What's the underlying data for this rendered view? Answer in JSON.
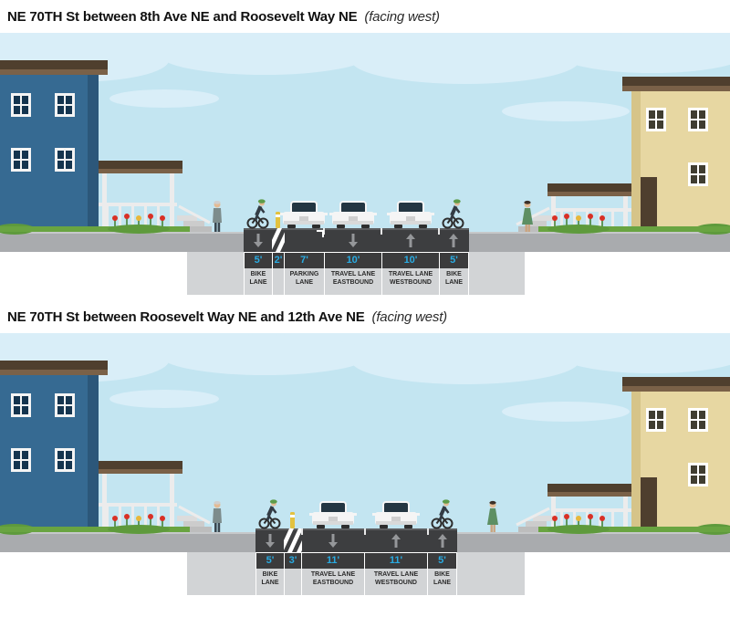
{
  "figure": {
    "sections": [
      {
        "title": "NE 70TH St between 8th Ave NE and Roosevelt Way NE",
        "title_suffix": "(facing west)",
        "lanes": [
          {
            "width": "5'",
            "label1": "BIKE",
            "label2": "LANE"
          },
          {
            "width": "2'",
            "label1": "",
            "label2": ""
          },
          {
            "width": "7'",
            "label1": "PARKING",
            "label2": "LANE"
          },
          {
            "width": "10'",
            "label1": "TRAVEL LANE",
            "label2": "EASTBOUND"
          },
          {
            "width": "10'",
            "label1": "TRAVEL LANE",
            "label2": "WESTBOUND"
          },
          {
            "width": "5'",
            "label1": "BIKE",
            "label2": "LANE"
          }
        ]
      },
      {
        "title": "NE 70TH St between Roosevelt Way NE and 12th Ave NE",
        "title_suffix": "(facing west)",
        "lanes": [
          {
            "width": "5'",
            "label1": "BIKE",
            "label2": "LANE"
          },
          {
            "width": "3'",
            "label1": "",
            "label2": ""
          },
          {
            "width": "11'",
            "label1": "TRAVEL LANE",
            "label2": "EASTBOUND"
          },
          {
            "width": "11'",
            "label1": "TRAVEL LANE",
            "label2": "WESTBOUND"
          },
          {
            "width": "5'",
            "label1": "BIKE",
            "label2": "LANE"
          }
        ]
      }
    ],
    "colors": {
      "measurement_text": "#29abe2",
      "road": "#3d3e40",
      "ground": "#d2d4d6",
      "sky": "#c3e5f1",
      "grass": "#69a441"
    }
  }
}
